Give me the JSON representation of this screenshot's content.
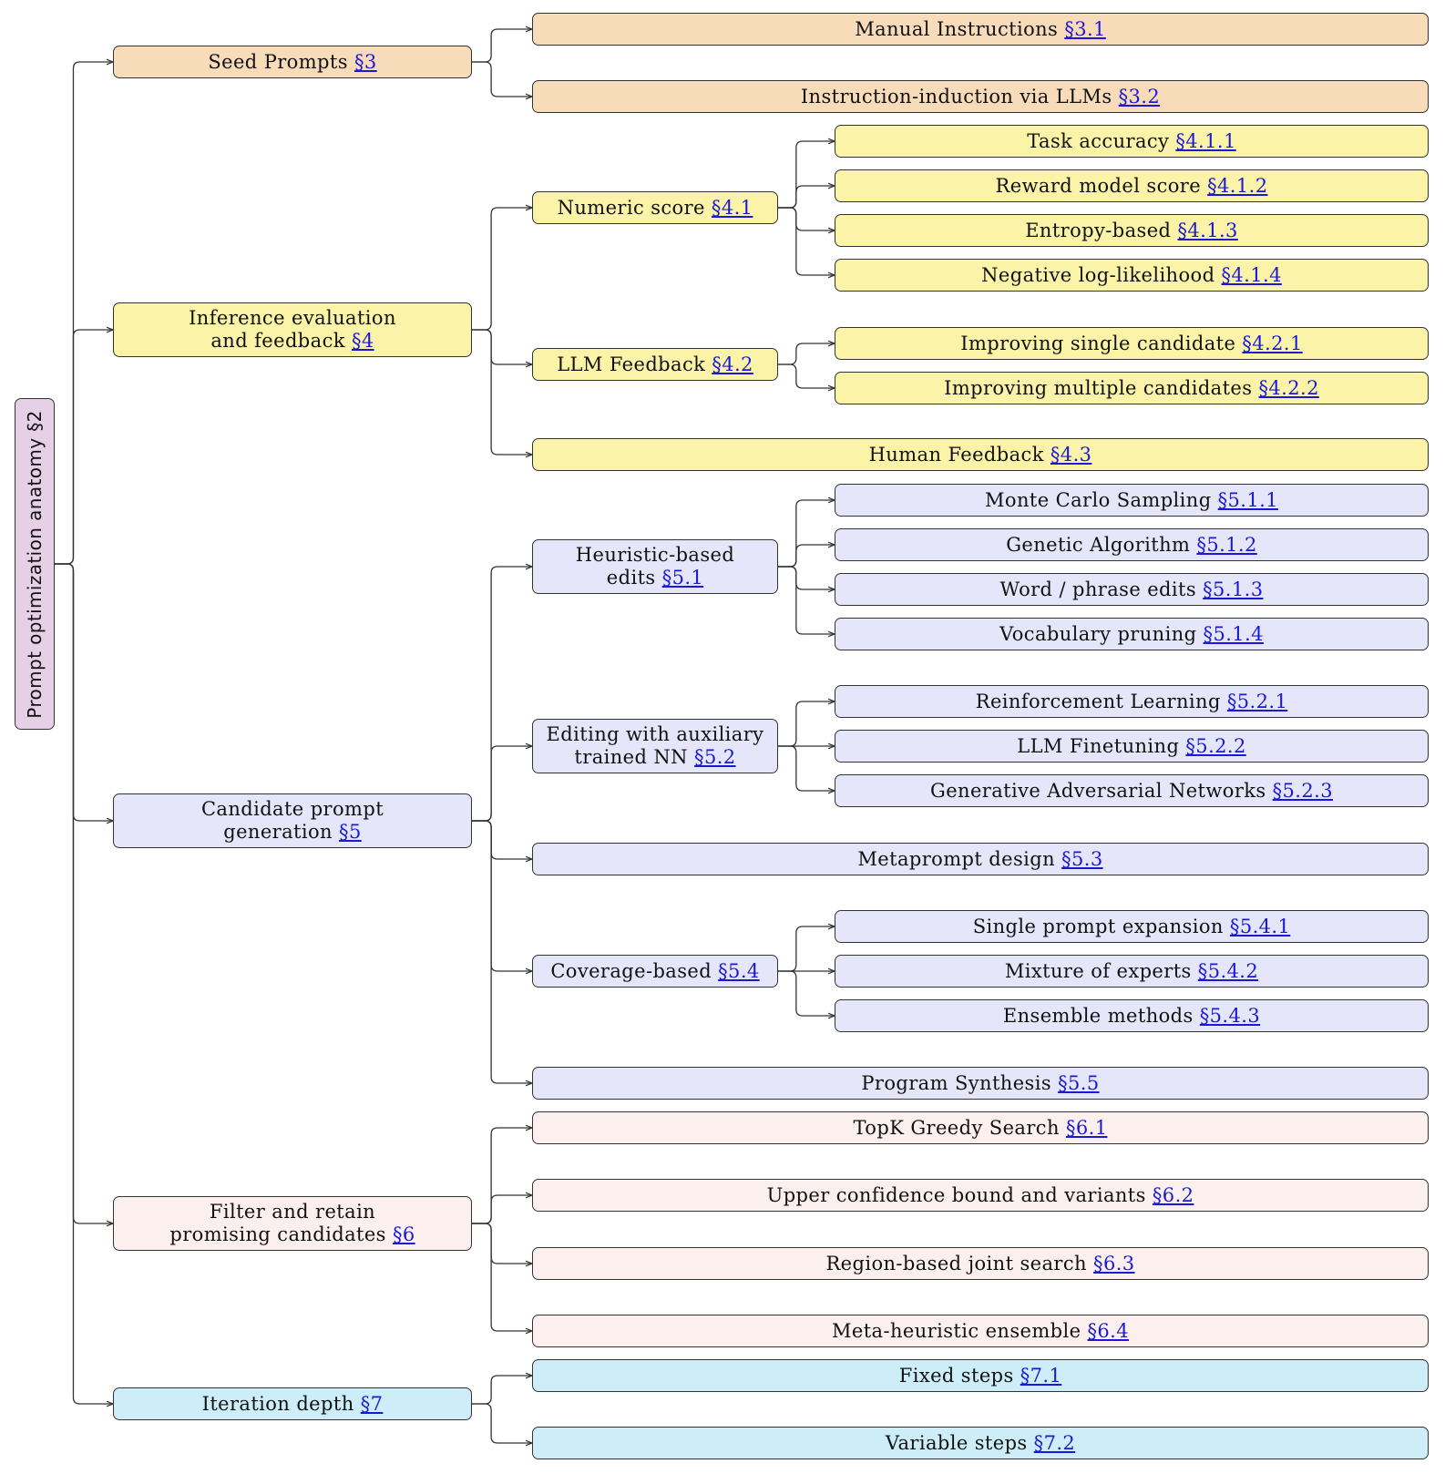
{
  "root": {
    "label": "Prompt optimization anatomy",
    "ref": "§2",
    "color": "#e6d0e6"
  },
  "branches": [
    {
      "id": "seed",
      "lines": [
        "Seed Prompts"
      ],
      "ref": "§3",
      "color": "#f8dcb9",
      "children": [
        {
          "label": "Manual Instructions",
          "ref": "§3.1"
        },
        {
          "label": "Instruction-induction via LLMs",
          "ref": "§3.2"
        }
      ]
    },
    {
      "id": "eval",
      "lines": [
        "Inference evaluation",
        "and feedback"
      ],
      "ref": "§4",
      "color": "#fbf3a7",
      "children": [
        {
          "lines": [
            "Numeric score"
          ],
          "ref": "§4.1",
          "children": [
            {
              "label": "Task accuracy",
              "ref": "§4.1.1"
            },
            {
              "label": "Reward model score",
              "ref": "§4.1.2"
            },
            {
              "label": "Entropy-based",
              "ref": "§4.1.3"
            },
            {
              "label": "Negative log-likelihood",
              "ref": "§4.1.4"
            }
          ]
        },
        {
          "lines": [
            "LLM Feedback"
          ],
          "ref": "§4.2",
          "children": [
            {
              "label": "Improving single candidate",
              "ref": "§4.2.1"
            },
            {
              "label": "Improving multiple candidates",
              "ref": "§4.2.2"
            }
          ]
        },
        {
          "label": "Human Feedback",
          "ref": "§4.3"
        }
      ]
    },
    {
      "id": "gen",
      "lines": [
        "Candidate prompt",
        "generation"
      ],
      "ref": "§5",
      "color": "#e6e6fa",
      "children": [
        {
          "lines": [
            "Heuristic-based",
            "edits"
          ],
          "ref": "§5.1",
          "children": [
            {
              "label": "Monte Carlo Sampling",
              "ref": "§5.1.1"
            },
            {
              "label": "Genetic Algorithm",
              "ref": "§5.1.2"
            },
            {
              "label": "Word / phrase edits",
              "ref": "§5.1.3"
            },
            {
              "label": "Vocabulary pruning",
              "ref": "§5.1.4"
            }
          ]
        },
        {
          "lines": [
            "Editing with auxiliary",
            "trained NN"
          ],
          "ref": "§5.2",
          "children": [
            {
              "label": "Reinforcement Learning",
              "ref": "§5.2.1"
            },
            {
              "label": "LLM Finetuning",
              "ref": "§5.2.2"
            },
            {
              "label": "Generative Adversarial Networks",
              "ref": "§5.2.3"
            }
          ]
        },
        {
          "label": "Metaprompt design",
          "ref": "§5.3"
        },
        {
          "lines": [
            "Coverage-based"
          ],
          "ref": "§5.4",
          "children": [
            {
              "label": "Single prompt expansion",
              "ref": "§5.4.1"
            },
            {
              "label": "Mixture of experts",
              "ref": "§5.4.2"
            },
            {
              "label": "Ensemble methods",
              "ref": "§5.4.3"
            }
          ]
        },
        {
          "label": "Program Synthesis",
          "ref": "§5.5"
        }
      ]
    },
    {
      "id": "filt",
      "lines": [
        "Filter and retain",
        "promising candidates"
      ],
      "ref": "§6",
      "color": "#fcf0ef",
      "children": [
        {
          "label": "TopK Greedy Search",
          "ref": "§6.1"
        },
        {
          "label": "Upper confidence bound and variants",
          "ref": "§6.2"
        },
        {
          "label": "Region-based joint search",
          "ref": "§6.3"
        },
        {
          "label": "Meta-heuristic ensemble",
          "ref": "§6.4"
        }
      ]
    },
    {
      "id": "iter",
      "lines": [
        "Iteration depth"
      ],
      "ref": "§7",
      "color": "#cdeef8",
      "children": [
        {
          "label": "Fixed steps",
          "ref": "§7.1"
        },
        {
          "label": "Variable steps",
          "ref": "§7.2"
        }
      ]
    }
  ]
}
